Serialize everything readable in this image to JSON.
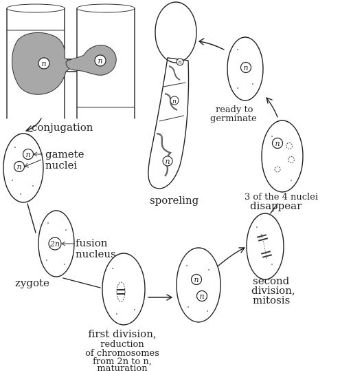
{
  "labels": {
    "conjugation": "conjugation",
    "gamete_nuclei": [
      "gamete",
      "nuclei"
    ],
    "fusion_nucleus": [
      "fusion",
      "nucleus"
    ],
    "zygote": "zygote",
    "first_division": [
      "first division,",
      "reduction",
      "of chromosomes",
      "from 2n to n,",
      "maturation"
    ],
    "second_division": [
      "second",
      "division,",
      "mitosis"
    ],
    "nuclei_disappear": [
      "3 of the 4 nuclei",
      "disappear"
    ],
    "ready_to_germinate": [
      "ready to",
      "germinate"
    ],
    "sporeling": "sporeling"
  },
  "nucleus_labels": {
    "haploid": "n",
    "diploid": "2n"
  }
}
